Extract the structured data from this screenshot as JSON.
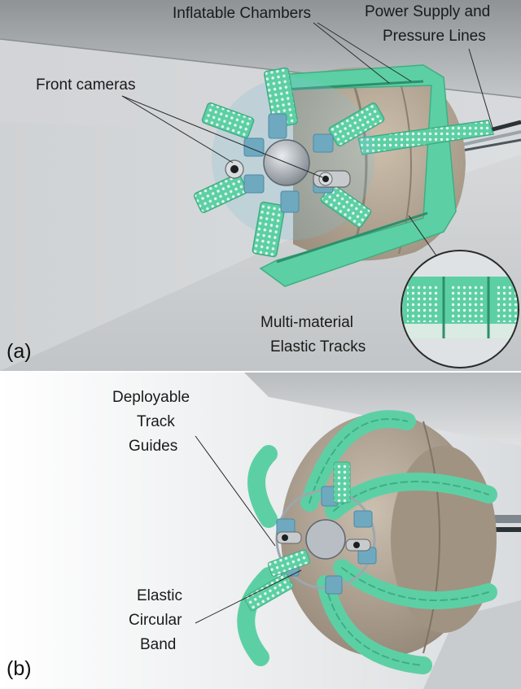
{
  "panel_a": {
    "tag": "(a)",
    "labels": {
      "inflatable_chambers": "Inflatable Chambers",
      "power_supply_line1": "Power Supply and",
      "power_supply_line2": "Pressure Lines",
      "front_cameras": "Front cameras",
      "tracks_line1": "Multi-material",
      "tracks_line2": "Elastic Tracks"
    }
  },
  "panel_b": {
    "tag": "(b)",
    "labels": {
      "guides_line1": "Deployable",
      "guides_line2": "Track",
      "guides_line3": "Guides",
      "band_line1": "Elastic",
      "band_line2": "Circular",
      "band_line3": "Band"
    }
  },
  "colors": {
    "track_green": "#5cd0a4",
    "track_dark": "#3fae84",
    "joint_blue": "#6fa9bf",
    "chamber": "#b7aa98",
    "pipe_wall": "#d5d8da"
  }
}
